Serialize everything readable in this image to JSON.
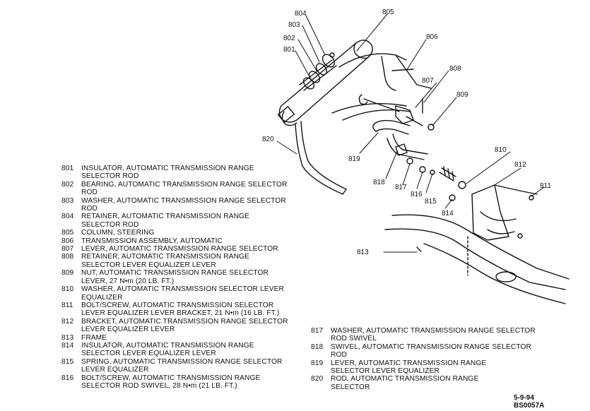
{
  "callouts": {
    "c801": "801",
    "c802": "802",
    "c803": "803",
    "c804": "804",
    "c805": "805",
    "c806": "806",
    "c807": "807",
    "c808": "808",
    "c809": "809",
    "c810": "810",
    "c811": "811",
    "c812": "812",
    "c813": "813",
    "c814": "814",
    "c815": "815",
    "c816": "816",
    "c817": "817",
    "c818": "818",
    "c819": "819",
    "c820": "820"
  },
  "legend_left": [
    {
      "num": "801",
      "text": "INSULATOR, AUTOMATIC TRANSMISSION RANGE\nSELECTOR ROD"
    },
    {
      "num": "802",
      "text": "BEARING, AUTOMATIC TRANSMISSION RANGE SELECTOR\nROD"
    },
    {
      "num": "803",
      "text": "WASHER, AUTOMATIC TRANSMISSION RANGE SELECTOR\nROD"
    },
    {
      "num": "804",
      "text": "RETAINER, AUTOMATIC TRANSMISSION RANGE\nSELECTOR ROD"
    },
    {
      "num": "805",
      "text": "COLUMN, STEERING"
    },
    {
      "num": "806",
      "text": "TRANSMISSION ASSEMBLY, AUTOMATIC"
    },
    {
      "num": "807",
      "text": "LEVER, AUTOMATIC TRANSMISSION RANGE SELECTOR"
    },
    {
      "num": "808",
      "text": "RETAINER, AUTOMATIC TRANSMISSION RANGE\nSELECTOR LEVER EQUALIZER LEVER"
    },
    {
      "num": "809",
      "text": "NUT, AUTOMATIC TRANSMISSION RANGE SELECTOR\nLEVER, 27 N•m (20 LB. FT.)"
    },
    {
      "num": "810",
      "text": "WASHER, AUTOMATIC TRANSMISSION SELECTOR LEVER\nEQUALIZER"
    },
    {
      "num": "811",
      "text": "BOLT/SCREW, AUTOMATIC TRANSMISSION SELECTOR\nLEVER EQUALIZER LEVER BRACKET, 21 N•m (16 LB. FT.)"
    },
    {
      "num": "812",
      "text": "BRACKET, AUTOMATIC TRANSMISSION RANGE SELECTOR\nLEVER EQUALIZER LEVER"
    },
    {
      "num": "813",
      "text": "FRAME"
    },
    {
      "num": "814",
      "text": "INSULATOR, AUTOMATIC TRANSMISSION RANGE\nSELECTOR LEVER EQUALIZER LEVER"
    },
    {
      "num": "815",
      "text": "SPRING, AUTOMATIC TRANSMISSION RANGE SELECTOR\nLEVER EQUALIZER"
    },
    {
      "num": "816",
      "text": "BOLT/SCREW, AUTOMATIC TRANSMISSION RANGE\nSELECTOR ROD SWIVEL, 28 N•m (21 LB. FT.)"
    }
  ],
  "legend_right": [
    {
      "num": "817",
      "text": "WASHER, AUTOMATIC TRANSMISSION RANGE SELECTOR\nROD SWIVEL"
    },
    {
      "num": "818",
      "text": "SWIVEL, AUTOMATIC TRANSMISSION RANGE SELECTOR\nROD"
    },
    {
      "num": "819",
      "text": "LEVER, AUTOMATIC TRANSMISSION RANGE\nSELECTOR LEVER EQUALIZER"
    },
    {
      "num": "820",
      "text": "ROD, AUTOMATIC TRANSMISSION RANGE\nSELECTOR"
    }
  ],
  "stamp": {
    "date": "5-9-94",
    "figure_id": "BS0057A"
  }
}
